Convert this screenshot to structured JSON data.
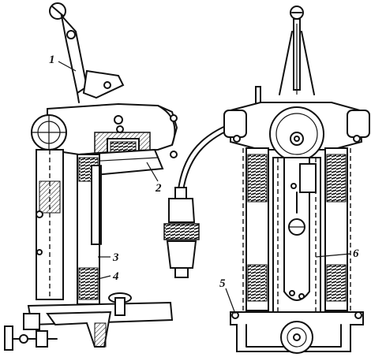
{
  "callouts": {
    "c1": "1",
    "c2": "2",
    "c3": "3",
    "c4": "4",
    "c5": "5",
    "c6": "6"
  }
}
